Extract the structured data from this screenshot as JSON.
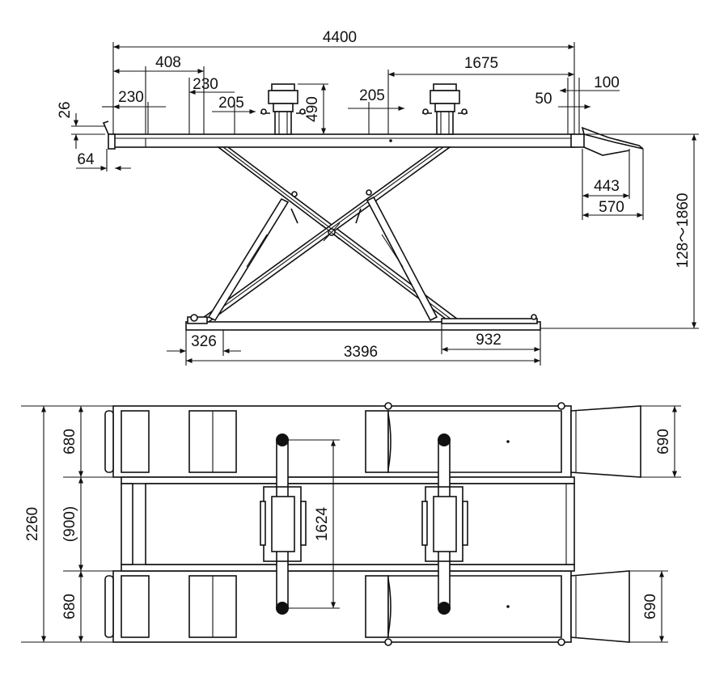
{
  "dims": {
    "top_total_length": "4400",
    "top_408": "408",
    "top_1675": "1675",
    "top_230_left": "230",
    "top_230_mid": "230",
    "top_205_left": "205",
    "top_205_right": "205",
    "top_490": "490",
    "top_50": "50",
    "top_100": "100",
    "top_26": "26",
    "top_64": "64",
    "top_443": "443",
    "top_570": "570",
    "top_height_range": "128～1860",
    "top_326": "326",
    "top_3396": "3396",
    "top_932": "932",
    "plan_2260": "2260",
    "plan_680_top": "680",
    "plan_900": "(900)",
    "plan_680_bottom": "680",
    "plan_1624": "1624",
    "plan_690_top": "690",
    "plan_690_bottom": "690"
  }
}
